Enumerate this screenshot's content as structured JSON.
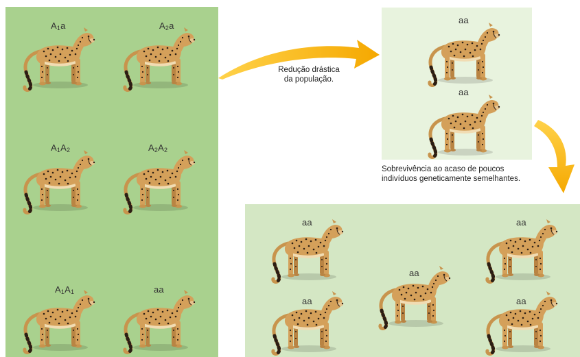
{
  "colors": {
    "original_bg": "#a9d18e",
    "bottleneck_bg": "#e8f3de",
    "descendant_bg": "#d4e7c4",
    "arrow": "#f5b400",
    "cheetah_coat": "#d4a05a",
    "cheetah_spots": "#2b1e14"
  },
  "original_population": [
    {
      "allele1": "A",
      "sub1": "1",
      "allele2": "a",
      "sub2": ""
    },
    {
      "allele1": "A",
      "sub1": "2",
      "allele2": "a",
      "sub2": ""
    },
    {
      "allele1": "A",
      "sub1": "1",
      "allele2": "A",
      "sub2": "2"
    },
    {
      "allele1": "A",
      "sub1": "2",
      "allele2": "A",
      "sub2": "2"
    },
    {
      "allele1": "A",
      "sub1": "1",
      "allele2": "A",
      "sub2": "1"
    },
    {
      "allele1": "aa",
      "sub1": "",
      "allele2": "",
      "sub2": ""
    }
  ],
  "bottleneck_population": [
    {
      "label": "aa"
    },
    {
      "label": "aa"
    }
  ],
  "descendant_population": [
    {
      "label": "aa"
    },
    {
      "label": "aa"
    },
    {
      "label": "aa"
    },
    {
      "label": "aa"
    },
    {
      "label": "aa"
    }
  ],
  "captions": {
    "reduction_line1": "Redução drástica",
    "reduction_line2": "da população.",
    "survival_line1": "Sobrevivência ao acaso de poucos",
    "survival_line2": "indivíduos geneticamente semelhantes."
  },
  "icons": {
    "animal": "cheetah-icon",
    "flow": "curved-arrow-icon"
  }
}
